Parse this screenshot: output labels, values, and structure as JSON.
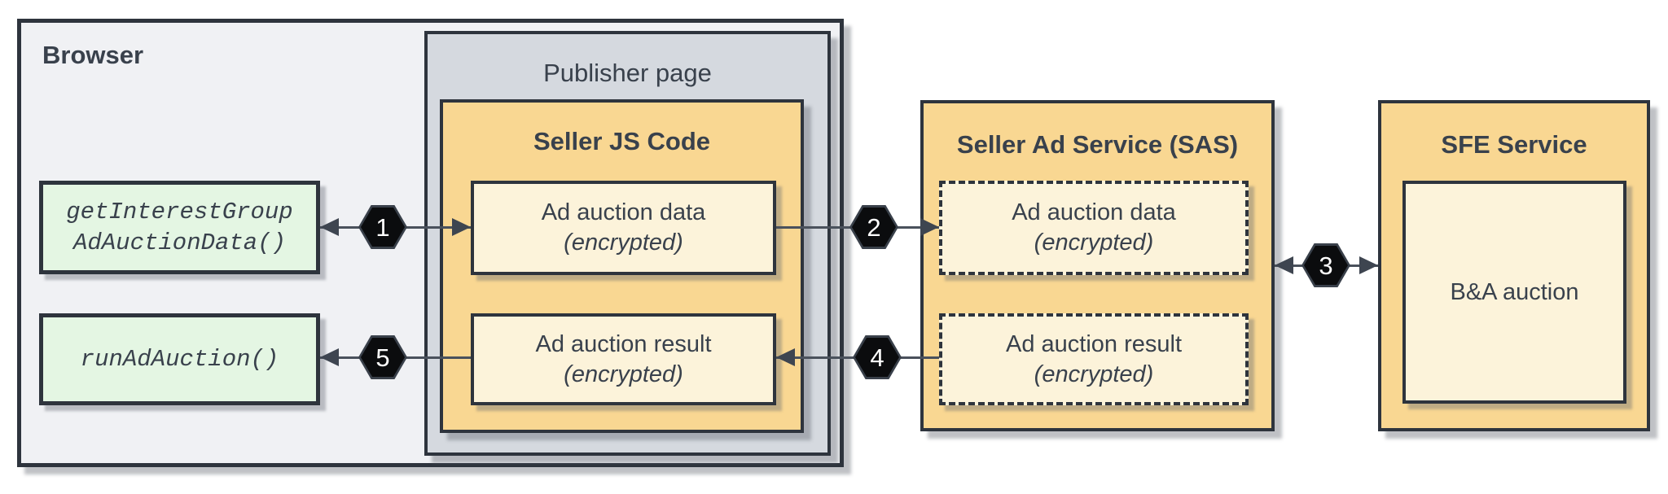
{
  "browser": {
    "label": "Browser"
  },
  "publisher": {
    "label": "Publisher page"
  },
  "seller_js": {
    "title": "Seller JS Code",
    "data_box": {
      "line1": "Ad auction data",
      "line2": "(encrypted)"
    },
    "result_box": {
      "line1": "Ad auction result",
      "line2": "(encrypted)"
    }
  },
  "api_boxes": {
    "get_interest_group": {
      "line1": "getInterestGroup",
      "line2": "AdAuctionData()"
    },
    "run_ad_auction": {
      "line1": "runAdAuction()"
    }
  },
  "sas": {
    "title": "Seller Ad Service (SAS)",
    "data_box": {
      "line1": "Ad auction data",
      "line2": "(encrypted)"
    },
    "result_box": {
      "line1": "Ad auction result",
      "line2": "(encrypted)"
    }
  },
  "sfe": {
    "title": "SFE Service",
    "auction_box": {
      "label": "B&A auction"
    }
  },
  "steps": {
    "s1": "1",
    "s2": "2",
    "s3": "3",
    "s4": "4",
    "s5": "5"
  },
  "colors": {
    "container_orange": "#f9d792",
    "inner_cream": "#fcf3da",
    "api_green": "#e4f6e3",
    "publisher_gray": "#d5d9df",
    "browser_gray": "#f0f1f4",
    "border_dark": "#2e343d",
    "text_dark": "#39414c",
    "line_color": "#4a515c",
    "hexagon_fill": "#0b0c0e",
    "hexagon_text": "#ffffff"
  }
}
